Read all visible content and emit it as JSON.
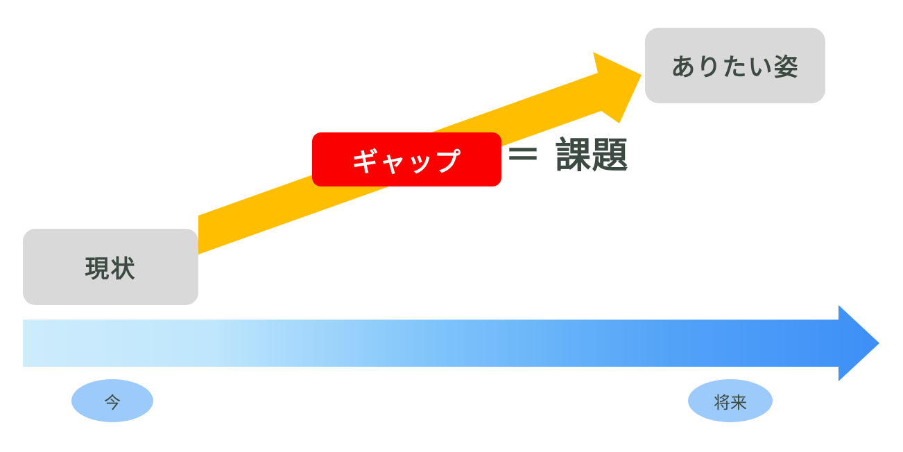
{
  "diagram": {
    "title": "Gap analysis: current state to desired state",
    "background_color": "#ffffff",
    "current_state": {
      "label": "現状",
      "fill_color": "#d9d9d9",
      "text_color": "#3c4a42"
    },
    "desired_state": {
      "label": "ありたい姿",
      "fill_color": "#d9d9d9",
      "text_color": "#3c4a42"
    },
    "gap_label": {
      "label": "ギャップ",
      "fill_color": "#fa0000",
      "text_color": "#ffffff"
    },
    "issue_label": {
      "label": "＝ 課題",
      "text_color": "#3c4a42"
    },
    "gap_arrow": {
      "name": "diagonal-gap-arrow",
      "color": "#ffbf00",
      "direction": "up-right"
    },
    "timeline": {
      "name": "time-axis-arrow",
      "direction": "right",
      "gradient_start_color": "#cdecfc",
      "gradient_end_color": "#3d8ff7",
      "markers": [
        {
          "label": "今",
          "fill_color": "#9ccafa",
          "text_color": "#3c4a42"
        },
        {
          "label": "将来",
          "fill_color": "#9ccafa",
          "text_color": "#3c4a42"
        }
      ]
    }
  }
}
